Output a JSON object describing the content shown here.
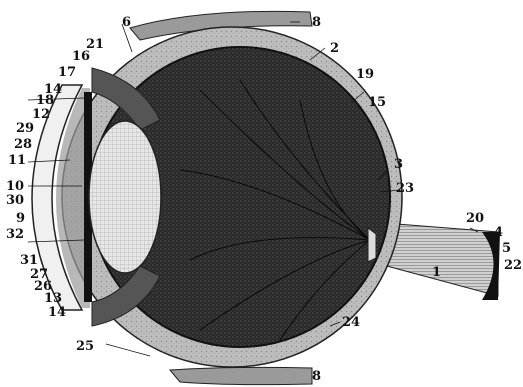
{
  "labels": {
    "l1": "1",
    "l2": "2",
    "l3": "3",
    "l4": "4",
    "l5": "5",
    "l6": "6",
    "l8a": "8",
    "l8b": "8",
    "l9": "9",
    "l10": "10",
    "l11": "11",
    "l12": "12",
    "l13": "13",
    "l14a": "14",
    "l14b": "14",
    "l15": "15",
    "l16": "16",
    "l17": "17",
    "l18": "18",
    "l19": "19",
    "l20": "20",
    "l21": "21",
    "l22": "22",
    "l23": "23",
    "l24": "24",
    "l25": "25",
    "l26": "26",
    "l27": "27",
    "l28": "28",
    "l29": "29",
    "l30": "30",
    "l31": "31",
    "l32": "32"
  }
}
